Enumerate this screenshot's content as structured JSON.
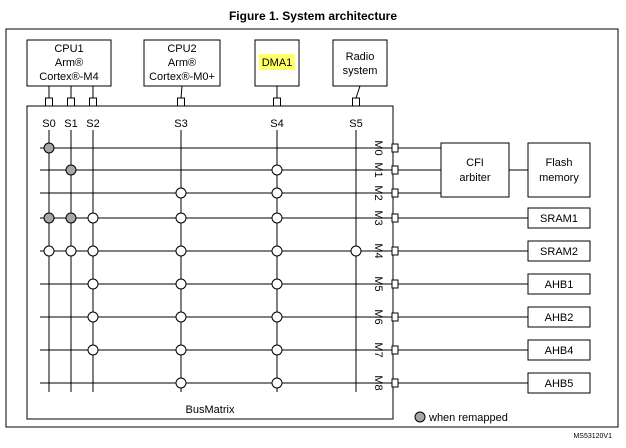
{
  "figure": {
    "title": "Figure 1. System architecture",
    "code": "MS53120V1"
  },
  "masters": [
    {
      "id": "cpu1",
      "lines": [
        "CPU1",
        "Arm®",
        "Cortex®-M4"
      ]
    },
    {
      "id": "cpu2",
      "lines": [
        "CPU2",
        "Arm®",
        "Cortex®-M0+"
      ]
    },
    {
      "id": "dma1",
      "lines": [
        "DMA1"
      ],
      "highlight": "#ffff66"
    },
    {
      "id": "radio",
      "lines": [
        "Radio",
        "system"
      ]
    }
  ],
  "slave_ports": [
    "S0",
    "S1",
    "S2",
    "S3",
    "S4",
    "S5"
  ],
  "master_ports": [
    "M0",
    "M1",
    "M2",
    "M3",
    "M4",
    "M5",
    "M6",
    "M7",
    "M8"
  ],
  "busmatrix_label": "BusMatrix",
  "peripherals": {
    "cfi": [
      "CFI",
      "arbiter"
    ],
    "flash": [
      "Flash",
      "memory"
    ],
    "targets": [
      "SRAM1",
      "SRAM2",
      "AHB1",
      "AHB2",
      "AHB4",
      "AHB5"
    ]
  },
  "legend": {
    "remapped_label": "when remapped",
    "remapped_color": "#a6a6a6"
  },
  "connections": [
    {
      "slave": "S0",
      "master": "M0",
      "type": "remapped"
    },
    {
      "slave": "S0",
      "master": "M3",
      "type": "remapped"
    },
    {
      "slave": "S0",
      "master": "M4",
      "type": "normal"
    },
    {
      "slave": "S1",
      "master": "M1",
      "type": "remapped"
    },
    {
      "slave": "S1",
      "master": "M3",
      "type": "remapped"
    },
    {
      "slave": "S1",
      "master": "M4",
      "type": "normal"
    },
    {
      "slave": "S2",
      "master": "M3",
      "type": "normal"
    },
    {
      "slave": "S2",
      "master": "M4",
      "type": "normal"
    },
    {
      "slave": "S2",
      "master": "M5",
      "type": "normal"
    },
    {
      "slave": "S2",
      "master": "M6",
      "type": "normal"
    },
    {
      "slave": "S2",
      "master": "M7",
      "type": "normal"
    },
    {
      "slave": "S3",
      "master": "M2",
      "type": "normal"
    },
    {
      "slave": "S3",
      "master": "M3",
      "type": "normal"
    },
    {
      "slave": "S3",
      "master": "M4",
      "type": "normal"
    },
    {
      "slave": "S3",
      "master": "M5",
      "type": "normal"
    },
    {
      "slave": "S3",
      "master": "M6",
      "type": "normal"
    },
    {
      "slave": "S3",
      "master": "M7",
      "type": "normal"
    },
    {
      "slave": "S3",
      "master": "M8",
      "type": "normal"
    },
    {
      "slave": "S4",
      "master": "M1",
      "type": "normal"
    },
    {
      "slave": "S4",
      "master": "M2",
      "type": "normal"
    },
    {
      "slave": "S4",
      "master": "M3",
      "type": "normal"
    },
    {
      "slave": "S4",
      "master": "M4",
      "type": "normal"
    },
    {
      "slave": "S4",
      "master": "M5",
      "type": "normal"
    },
    {
      "slave": "S4",
      "master": "M6",
      "type": "normal"
    },
    {
      "slave": "S4",
      "master": "M7",
      "type": "normal"
    },
    {
      "slave": "S4",
      "master": "M8",
      "type": "normal"
    },
    {
      "slave": "S5",
      "master": "M4",
      "type": "normal"
    }
  ]
}
